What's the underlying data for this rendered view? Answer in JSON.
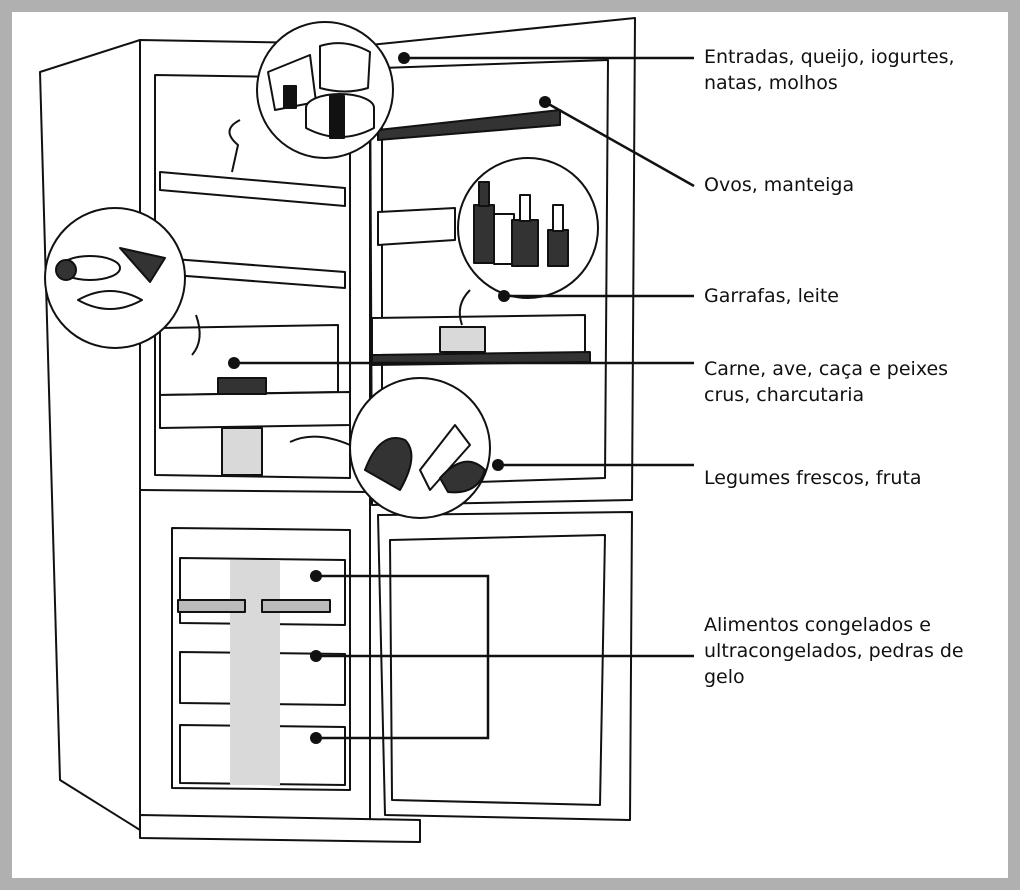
{
  "labels": {
    "dairy": "Entradas, queijo, iogurtes,\nnatas, molhos",
    "eggs": "Ovos, manteiga",
    "bottles": "Garrafas, leite",
    "meat": "Carne, ave, caça e peixes\ncrus, charcutaria",
    "vegetables": "Legumes frescos, fruta",
    "frozen": "Alimentos congelados e\nultracongelados, pedras de\ngelo"
  },
  "colors": {
    "frame": "#b0b0b0",
    "ink": "#111111",
    "shade": "#d9d9d9",
    "paper": "#ffffff"
  }
}
